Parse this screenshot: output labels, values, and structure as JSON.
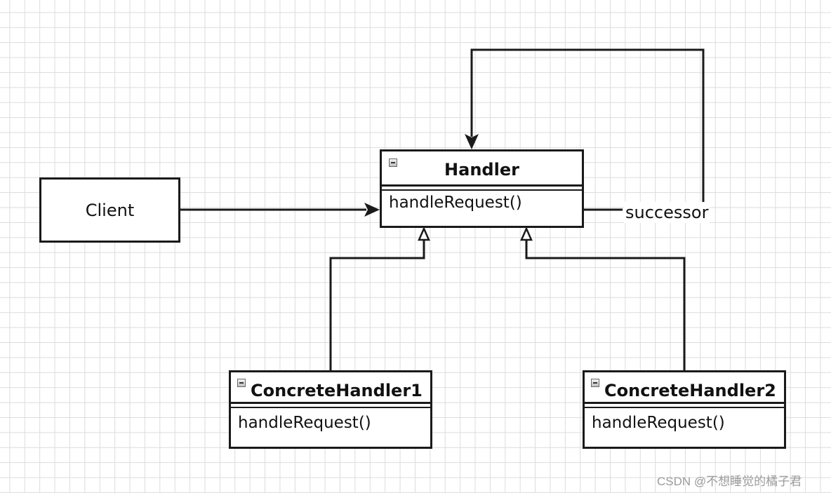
{
  "client": {
    "label": "Client"
  },
  "handler": {
    "name": "Handler",
    "method": "handleRequest()"
  },
  "concrete1": {
    "name": "ConcreteHandler1",
    "method": "handleRequest()"
  },
  "concrete2": {
    "name": "ConcreteHandler2",
    "method": "handleRequest()"
  },
  "association": {
    "label": "successor"
  },
  "watermark": {
    "text": "CSDN @不想睡觉的橘子君"
  },
  "colors": {
    "line": "#1a1a1a",
    "grid": "#dcdcdc",
    "background": "#ffffff"
  }
}
